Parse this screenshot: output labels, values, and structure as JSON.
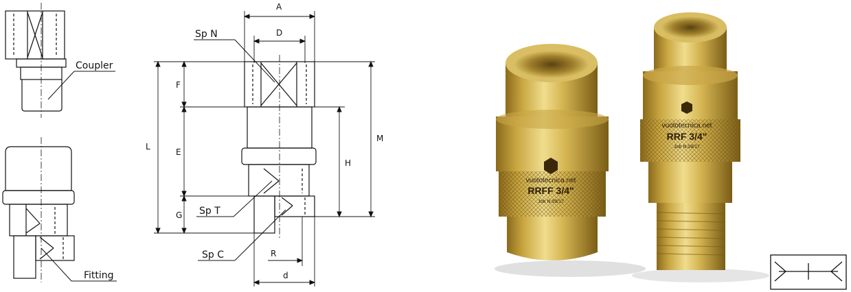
{
  "drawing": {
    "callouts": {
      "coupler": "Coupler",
      "fitting": "Fitting",
      "sp_n": "Sp N",
      "sp_t": "Sp T",
      "sp_c": "Sp C"
    },
    "dimensions": {
      "A": "A",
      "D": "D",
      "F": "F",
      "E": "E",
      "G": "G",
      "L": "L",
      "H": "H",
      "M": "M",
      "R": "R",
      "d": "d"
    }
  },
  "photo": {
    "left_part": {
      "brand": "vuototecnica.net",
      "model": "RRFF 3/4\"",
      "job": "Job N.09/17"
    },
    "right_part": {
      "brand": "vuototecnica.net",
      "model": "RRF 3/4\"",
      "job": "Job N.09/17"
    }
  },
  "colors": {
    "brass_light": "#e6cf78",
    "brass_mid": "#c7a43c",
    "brass_dark": "#7a5d16",
    "line": "#111111"
  },
  "symbol": {
    "name": "quick-coupling-symbol"
  }
}
